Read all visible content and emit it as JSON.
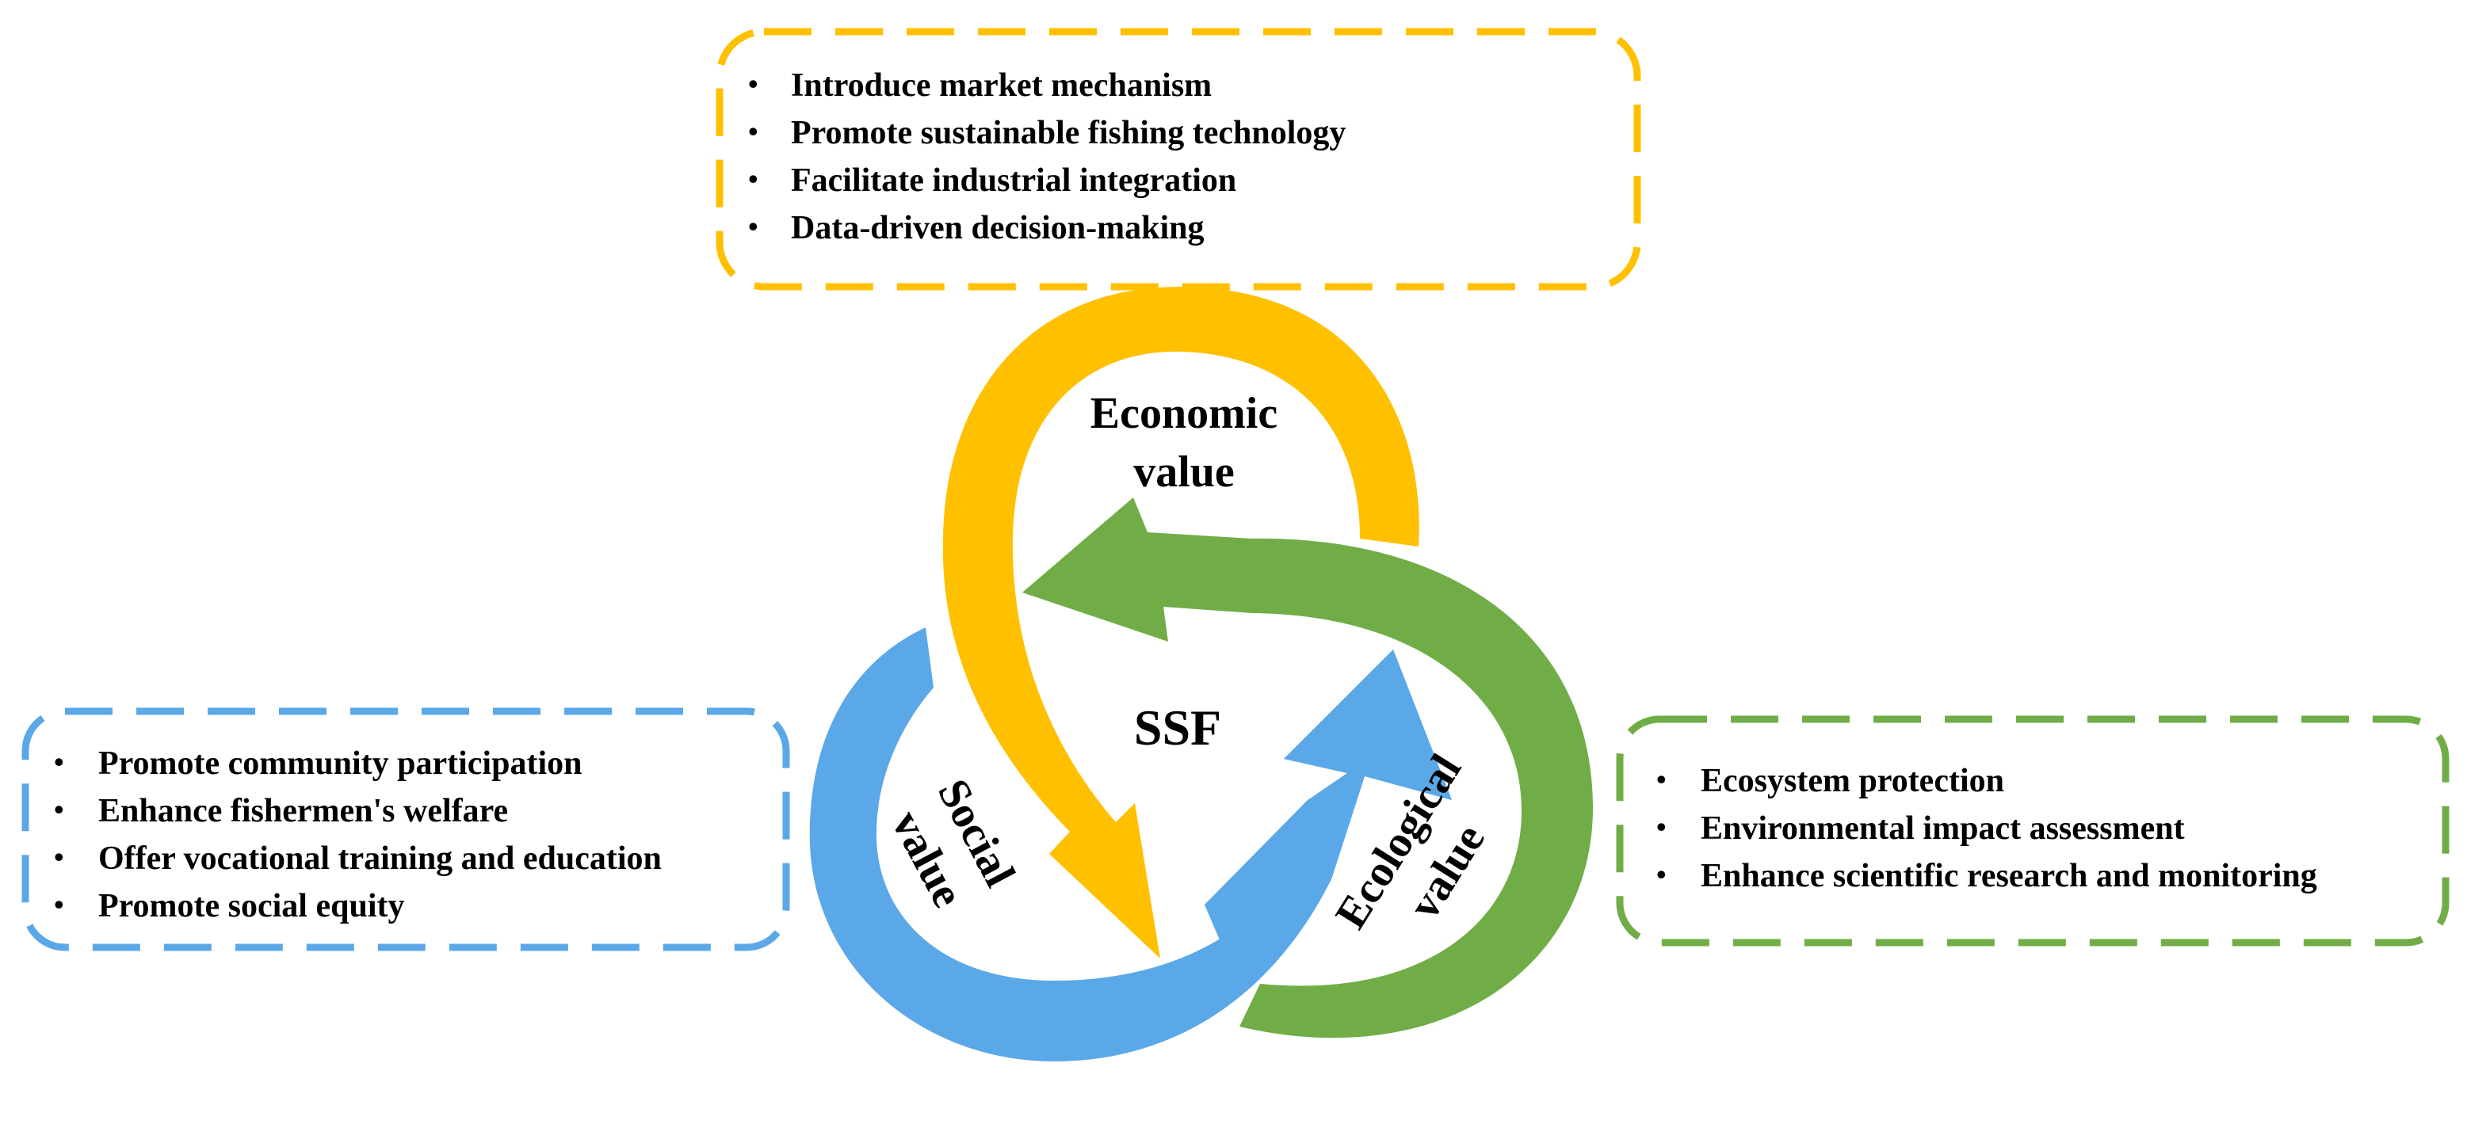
{
  "colors": {
    "economic": "#FFC000",
    "ecological": "#70AD47",
    "social": "#5BA8E8",
    "text": "#000000"
  },
  "center": {
    "label": "SSF"
  },
  "economic": {
    "title_line1": "Economic",
    "title_line2": "value",
    "items": [
      "Introduce market mechanism",
      "Promote sustainable fishing technology",
      "Facilitate industrial integration",
      "Data-driven decision-making"
    ]
  },
  "social": {
    "title_line1": "Social",
    "title_line2": "value",
    "items": [
      "Promote community participation",
      "Enhance fishermen's welfare",
      "Offer vocational training and education",
      "Promote social equity"
    ]
  },
  "ecological": {
    "title_line1": "Ecological",
    "title_line2": "value",
    "items": [
      "Ecosystem protection",
      "Environmental impact assessment",
      "Enhance scientific research and monitoring"
    ]
  },
  "bullet_symbol": "•"
}
